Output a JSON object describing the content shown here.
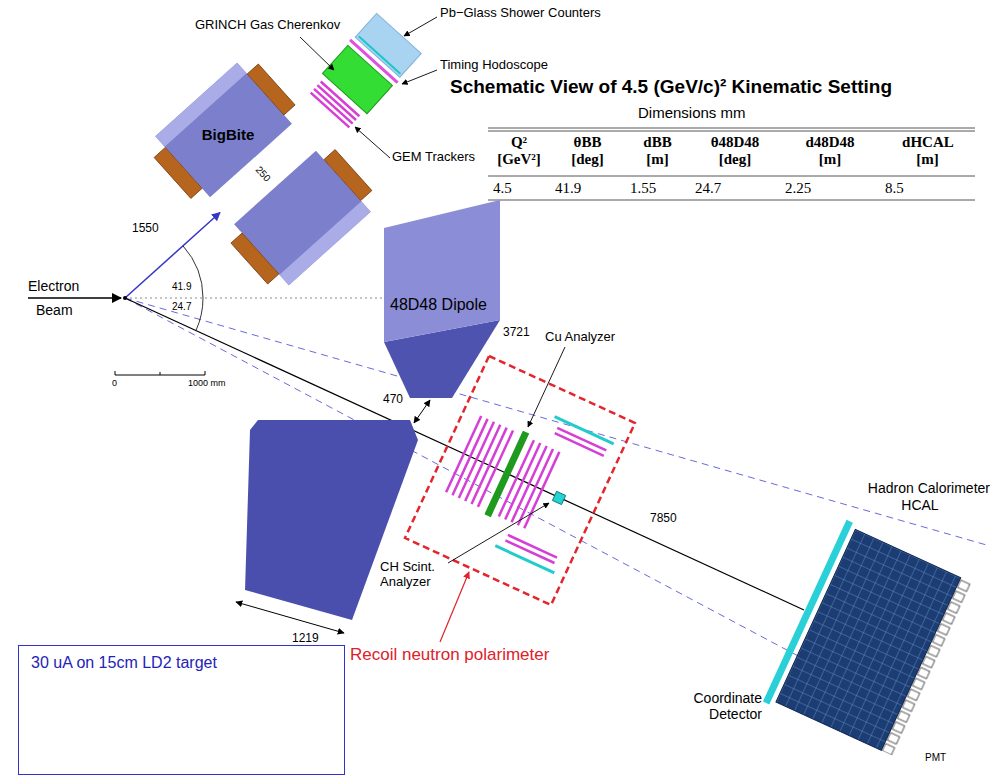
{
  "diagram": {
    "title": "Schematic View of 4.5 (GeV/c)² Kinematic Setting",
    "nodes": [
      {
        "text": [
          "BigBite"
        ]
      },
      {
        "text": [
          "48D48 Dipole"
        ]
      },
      {
        "text": [
          "30 uA on 15cm LD2 target"
        ]
      }
    ],
    "labels": [
      "Dimensions mm",
      "GRINCH Gas Cherenkov",
      "Pb−Glass Shower Counters",
      "Timing Hodoscope",
      "GEM Trackers",
      "Q² [GeV²]",
      "θBB [deg]",
      "dBB [m]",
      "θ48D48 [deg]",
      "d48D48 [m]",
      "dHCAL [m]",
      "4.5",
      "41.9",
      "1.55",
      "24.7",
      "2.25",
      "8.5",
      "Electron",
      "Beam",
      "1550",
      "41.9",
      "24.7",
      "250",
      "0",
      "1000 mm",
      "3721",
      "470",
      "1219",
      "Cu Analyzer",
      "CH Scint. Analyzer",
      "7850",
      "Recoil neutron polarimeter",
      "Hadron Calorimeter",
      "HCAL",
      "Coordinate Detector",
      "PMT"
    ]
  }
}
